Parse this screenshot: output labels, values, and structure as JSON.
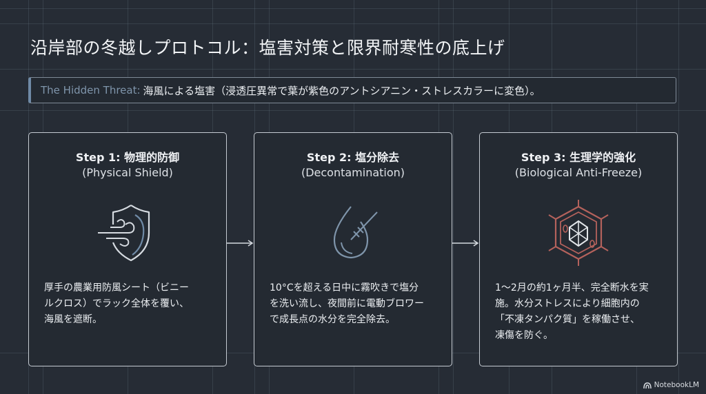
{
  "title": "沿岸部の冬越しプロトコル：塩害対策と限界耐寒性の底上げ",
  "threat": {
    "label": "The Hidden Threat:",
    "text": "海風による塩害（浸透圧異常で葉が紫色のアントシアニン・ストレスカラーに変色）。"
  },
  "steps": [
    {
      "step": "Step 1: 物理的防御",
      "subtitle": "(Physical Shield)",
      "icon": "shield-wind-icon",
      "description": "厚手の農業用防風シート（ビニー\nルクロス）でラック全体を覆い、\n海風を遮断。"
    },
    {
      "step": "Step 2: 塩分除去",
      "subtitle": "(Decontamination)",
      "icon": "water-drop-spray-icon",
      "description": "10°Cを超える日中に霧吹きで塩分\nを洗い流し、夜間前に電動ブロワー\nで成長点の水分を完全除去。"
    },
    {
      "step": "Step 3: 生理学的強化",
      "subtitle": "(Biological Anti-Freeze)",
      "icon": "cell-crystal-icon",
      "description": "1〜2月の約1ヶ月半、完全断水を実\n施。水分ストレスにより細胞内の\n「不凍タンパク質」を稼働させ、\n凍傷を防ぐ。"
    }
  ],
  "brand": {
    "label": "NotebookLM"
  },
  "colors": {
    "background": "#262c35",
    "accent_blue": "#6f8aa6",
    "accent_red": "#b5625c",
    "card_border": "#c6ccd3"
  }
}
